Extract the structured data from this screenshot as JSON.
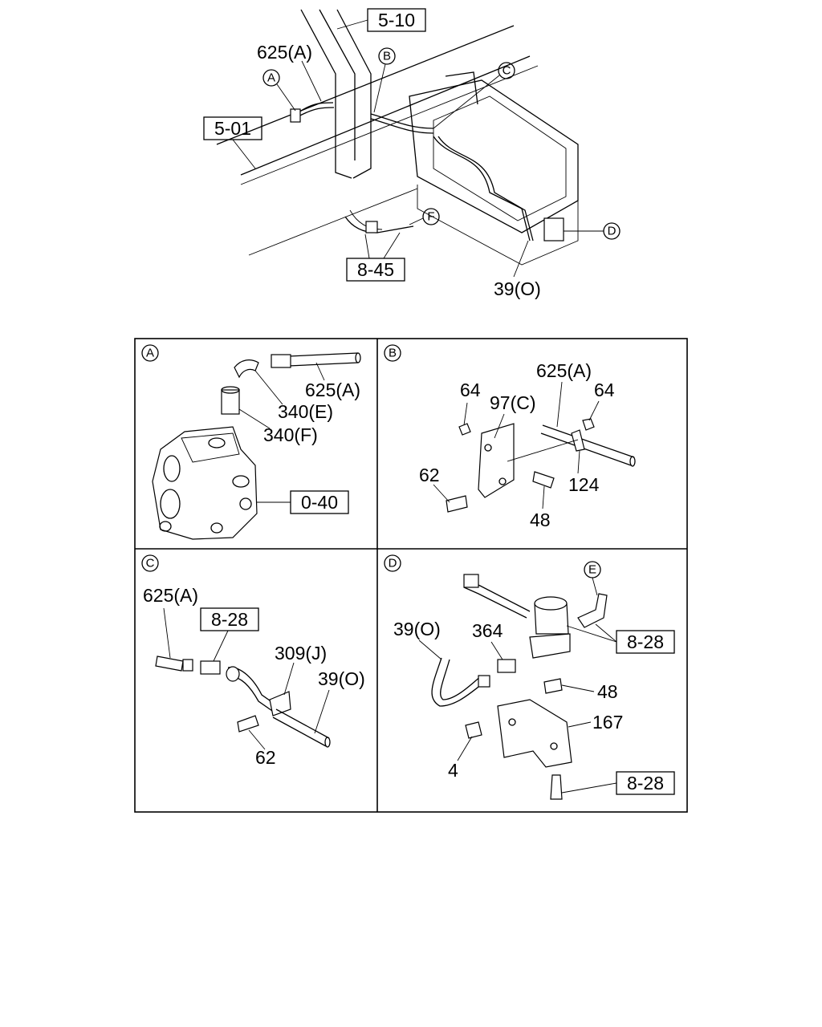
{
  "overview": {
    "ref_5_10": "5-10",
    "ref_5_01": "5-01",
    "ref_8_45": "8-45",
    "label_625A": "625(A)",
    "label_39O": "39(O)",
    "callout_A": "A",
    "callout_B": "B",
    "callout_C": "C",
    "callout_D": "D",
    "callout_F": "F"
  },
  "panel_a": {
    "title": "A",
    "label_625A": "625(A)",
    "label_340E": "340(E)",
    "label_340F": "340(F)",
    "ref_0_40": "0-40"
  },
  "panel_b": {
    "title": "B",
    "label_625A": "625(A)",
    "label_64_left": "64",
    "label_64_right": "64",
    "label_97C": "97(C)",
    "label_62": "62",
    "label_48": "48",
    "label_124": "124"
  },
  "panel_c": {
    "title": "C",
    "label_625A": "625(A)",
    "ref_8_28": "8-28",
    "label_309J": "309(J)",
    "label_39O": "39(O)",
    "label_62": "62"
  },
  "panel_d": {
    "title": "D",
    "callout_E": "E",
    "label_39O": "39(O)",
    "label_364": "364",
    "ref_8_28_top": "8-28",
    "label_48": "48",
    "label_167": "167",
    "label_4": "4",
    "ref_8_28_bottom": "8-28"
  }
}
